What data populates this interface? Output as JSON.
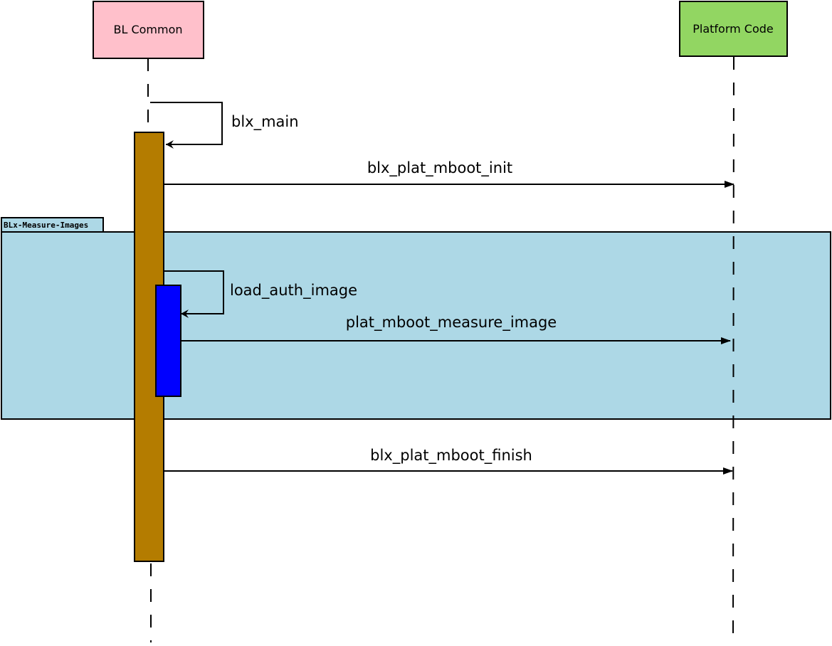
{
  "diagram": {
    "type": "sequence",
    "participants": [
      {
        "id": "bl_common",
        "label": "BL Common",
        "color": "#ffc0cb"
      },
      {
        "id": "platform_code",
        "label": "Platform Code",
        "color": "#92d662"
      }
    ],
    "frame": {
      "label": "BLx-Measure-Images",
      "color": "#add8e6"
    },
    "activations": [
      {
        "participant": "bl_common",
        "color": "#b47c00"
      },
      {
        "participant": "bl_common",
        "color": "#0000ff"
      }
    ],
    "messages": [
      {
        "id": "blx_main",
        "label": "blx_main",
        "from": "bl_common",
        "to": "bl_common",
        "kind": "self"
      },
      {
        "id": "blx_plat_mboot_init",
        "label": "blx_plat_mboot_init",
        "from": "bl_common",
        "to": "platform_code",
        "kind": "call"
      },
      {
        "id": "load_auth_image",
        "label": "load_auth_image",
        "from": "bl_common",
        "to": "bl_common",
        "kind": "self"
      },
      {
        "id": "plat_mboot_measure_image",
        "label": "plat_mboot_measure_image",
        "from": "bl_common",
        "to": "platform_code",
        "kind": "call"
      },
      {
        "id": "blx_plat_mboot_finish",
        "label": "blx_plat_mboot_finish",
        "from": "bl_common",
        "to": "platform_code",
        "kind": "call"
      }
    ]
  }
}
